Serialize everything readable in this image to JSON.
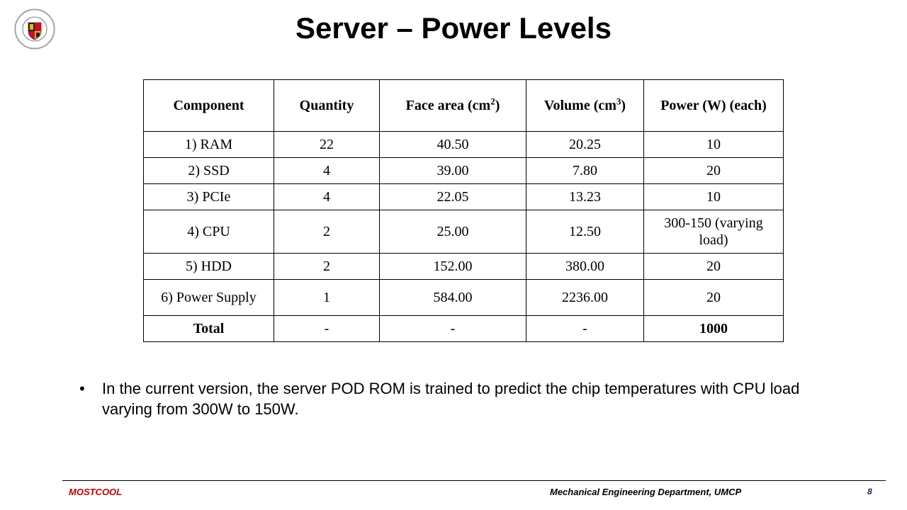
{
  "colors": {
    "footer_brand": "#c00000",
    "page_number": "#1f1f5c"
  },
  "logo": {
    "icon": "university-seal-icon"
  },
  "title": "Server – Power Levels",
  "table": {
    "headers": {
      "component": "Component",
      "quantity": "Quantity",
      "face_area": "Face area (cm",
      "face_area_sup": "2",
      "face_area_end": ")",
      "volume": "Volume (cm",
      "volume_sup": "3",
      "volume_end": ")",
      "power": "Power (W) (each)"
    },
    "rows": [
      {
        "component": "1) RAM",
        "quantity": "22",
        "face_area": "40.50",
        "volume": "20.25",
        "power": "10"
      },
      {
        "component": "2) SSD",
        "quantity": "4",
        "face_area": "39.00",
        "volume": "7.80",
        "power": "20"
      },
      {
        "component": "3) PCIe",
        "quantity": "4",
        "face_area": "22.05",
        "volume": "13.23",
        "power": "10"
      },
      {
        "component": "4) CPU",
        "quantity": "2",
        "face_area": "25.00",
        "volume": "12.50",
        "power": "300-150 (varying load)"
      },
      {
        "component": "5) HDD",
        "quantity": "2",
        "face_area": "152.00",
        "volume": "380.00",
        "power": "20"
      },
      {
        "component": "6) Power Supply",
        "quantity": "1",
        "face_area": "584.00",
        "volume": "2236.00",
        "power": "20"
      }
    ],
    "total": {
      "component": "Total",
      "quantity": "-",
      "face_area": "-",
      "volume": "-",
      "power": "1000"
    }
  },
  "bullet": {
    "marker": "•",
    "text": "In the current version, the server POD ROM is trained to predict the chip temperatures with CPU load varying from 300W to 150W."
  },
  "footer": {
    "left": "MOSTCOOL",
    "center": "Mechanical Engineering Department, UMCP",
    "page": "8"
  }
}
